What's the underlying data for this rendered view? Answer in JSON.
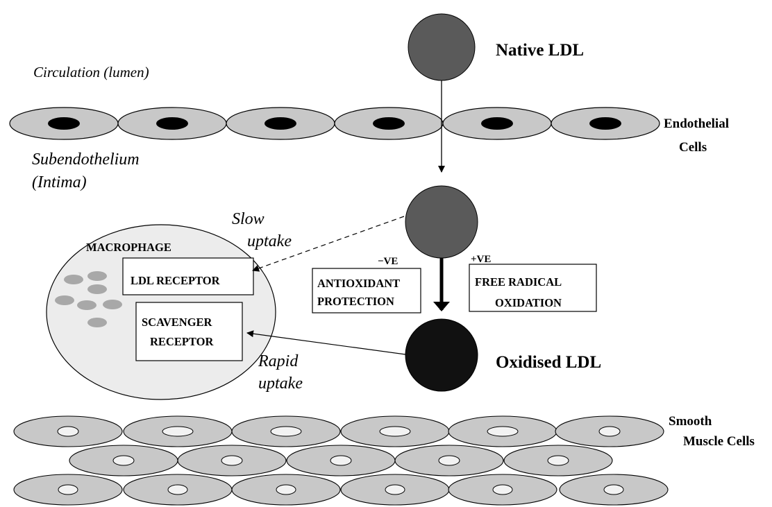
{
  "labels": {
    "native_ldl": "Native LDL",
    "circulation": "Circulation (lumen)",
    "endothelial_line1": "Endothelial",
    "endothelial_line2": "Cells",
    "subendothelium_line1": "Subendothelium",
    "subendothelium_line2": "(Intima)",
    "slow_uptake_line1": "Slow",
    "slow_uptake_line2": "uptake",
    "macrophage": "MACROPHAGE",
    "ldl_receptor": "LDL RECEPTOR",
    "scavenger_line1": "SCAVENGER",
    "scavenger_line2": "RECEPTOR",
    "neg_ve": "−VE",
    "pos_ve": "+VE",
    "antioxidant_line1": "ANTIOXIDANT",
    "antioxidant_line2": "PROTECTION",
    "free_radical_line1": "FREE RADICAL",
    "free_radical_line2": "OXIDATION",
    "oxidised_ldl": "Oxidised LDL",
    "rapid_uptake_line1": "Rapid",
    "rapid_uptake_line2": "uptake",
    "smooth_muscle_line1": "Smooth",
    "smooth_muscle_line2": "Muscle Cells"
  },
  "colors": {
    "native_ldl": "#5a5a5a",
    "oxidised_ldl": "#111111",
    "cell_fill": "#c8c8c8",
    "macrophage_fill": "#ececec",
    "nucleus_dark": "#000000",
    "nucleus_light": "#f2f2f2",
    "granule": "#a8a8a8"
  }
}
